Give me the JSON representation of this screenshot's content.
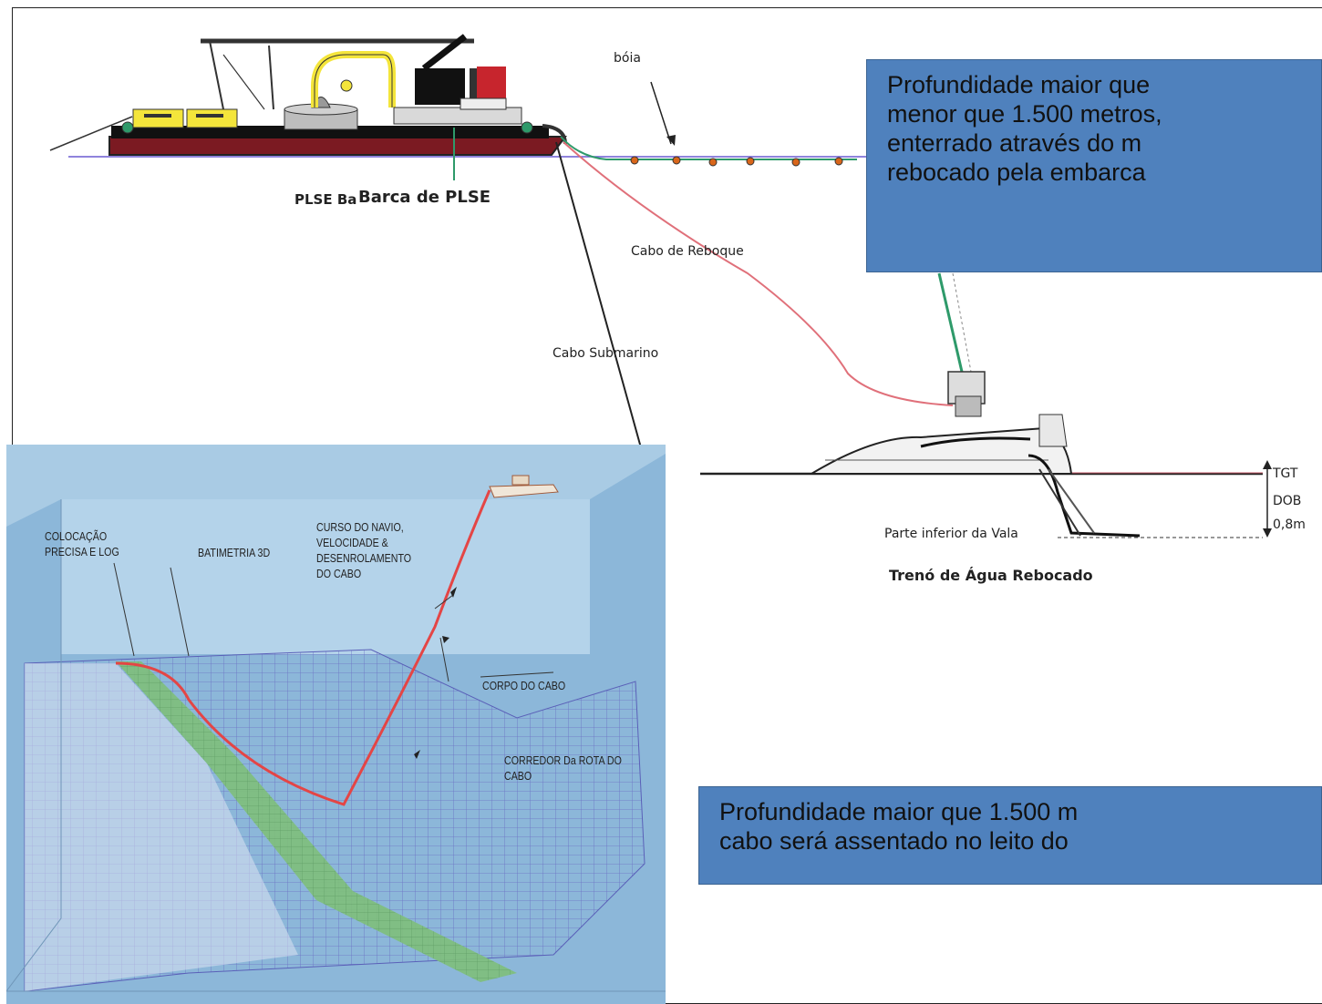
{
  "barge": {
    "label_small": "PLSE Ba",
    "label_large": "Barca de PLSE"
  },
  "labels": {
    "buoy": "bóia",
    "tow_cable": "Cabo de Reboque",
    "submarine_cable": "Cabo Submarino",
    "trench_bottom": "Parte inferior da Vala",
    "sled": "Trenó de Água Rebocado",
    "tgt": "TGT",
    "dob": "DOB",
    "depth_value": "0,8m"
  },
  "callouts": {
    "top": [
      "Profundidade maior que",
      "menor que 1.500 metros,",
      "enterrado através do m",
      "rebocado pela embarca"
    ],
    "bottom": [
      "Profundidade maior que 1.500 m",
      "cabo será assentado no leito do"
    ]
  },
  "inset": {
    "placement": "COLOCAÇÃO\nPRECISA E LOG",
    "bathymetry": "BATIMETRIA 3D",
    "ship_course": "CURSO DO NAVIO,\nVELOCIDADE &\nDESENROLAMENTO\nDO CABO",
    "cable_body": "CORPO DO CABO",
    "corridor": "CORREDOR Da ROTA DO CABO"
  },
  "colors": {
    "callout_bg": "#4f81bd",
    "hull": "#7b1a22",
    "cable_pink": "#e0707a",
    "cable_green": "#2e9a6a",
    "buoy": "#d9661a",
    "inset_sky": "#a9cbe4",
    "inset_water": "#8cb7d9"
  }
}
